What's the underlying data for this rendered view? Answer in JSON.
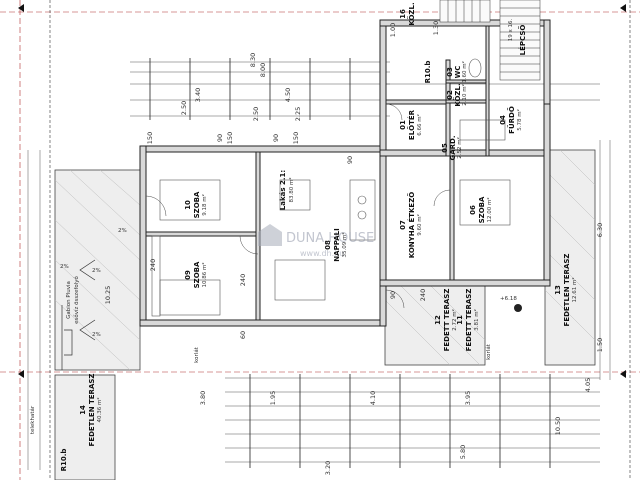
{
  "rooms": [
    {
      "id": "szoba10",
      "num": "10",
      "name": "SZOBA",
      "area": "9.18 m²"
    },
    {
      "id": "szoba09",
      "num": "09",
      "name": "SZOBA",
      "area": "10.86 m²"
    },
    {
      "id": "nappali",
      "num": "08",
      "name": "NAPPALI",
      "area": "35.09 m²"
    },
    {
      "id": "konyha",
      "num": "07",
      "name": "KONYHA ÉTKEZŐ",
      "area": "9.60 m²"
    },
    {
      "id": "szoba06",
      "num": "06",
      "name": "SZOBA",
      "area": "12.00 m²"
    },
    {
      "id": "eloter",
      "num": "01",
      "name": "ELŐTÉR",
      "area": "6.66 m²"
    },
    {
      "id": "wc",
      "num": "03",
      "name": "WC",
      "area": "1.60 m²"
    },
    {
      "id": "kozl02",
      "num": "02",
      "name": "KÖZL.",
      "area": "2.10 m²"
    },
    {
      "id": "furdo",
      "num": "04",
      "name": "FÜRDŐ",
      "area": "5.78 m²"
    },
    {
      "id": "gard",
      "num": "05",
      "name": "GARD.",
      "area": "2.52 m²"
    },
    {
      "id": "fedett12",
      "num": "12",
      "name": "FEDETT TERASZ",
      "area": "2.72 m²"
    },
    {
      "id": "fedett11",
      "num": "11",
      "name": "FEDETT TERASZ",
      "area": "3.81 m²"
    },
    {
      "id": "fedetlen13",
      "num": "13",
      "name": "FEDETLEN TERASZ",
      "area": "12.61 m²"
    },
    {
      "id": "fedetlen14",
      "num": "14",
      "name": "FEDETLEN TERASZ",
      "area": "40.36 m²"
    },
    {
      "id": "kozl16",
      "num": "16",
      "name": "KÖZL.",
      "area": ""
    },
    {
      "id": "lepcso",
      "num": "",
      "name": "LÉPCSŐ",
      "area": ""
    }
  ],
  "labels": {
    "lakas": "Lakás 2.1:",
    "lakas_area": "83.80 m²",
    "gabion": "Gabion Pluvia",
    "gabion_sub": "esővíz összefolyó",
    "korlat1": "korlát",
    "korlat2": "korlát",
    "telekhatar": "telekhatár",
    "r10b_top": "R10.b",
    "r10b_bottom": "R10.b",
    "stair": "19 x 16.",
    "level": "+6.18",
    "pct1": "2%",
    "pct2": "2%",
    "pct3": "2%",
    "pct4": "2%",
    "watermark_brand": "DUNA HOUSE",
    "watermark_url": "www.dh.hu"
  },
  "dims": {
    "d830": "8.30",
    "d800": "8.00",
    "d250a": "2.50",
    "d340": "3.40",
    "d450": "4.50",
    "d225": "2.25",
    "d250b": "2.50",
    "d100": "1.00",
    "d130": "1.30",
    "d150a": "150",
    "d150b": "150",
    "d150c": "150",
    "d90a": "90",
    "d90b": "90",
    "d90c": "90",
    "d90d": "90",
    "d240a": "240",
    "d240b": "240",
    "d240c": "240",
    "d60": "60",
    "d1025": "10.25",
    "d630": "6.30",
    "d150d": "1.50",
    "d405": "4.05",
    "d395": "3.95",
    "d380": "3.80",
    "d410": "4.10",
    "d195": "1.95",
    "d580": "5.80",
    "d1050": "10.50",
    "d320": "3.20"
  }
}
